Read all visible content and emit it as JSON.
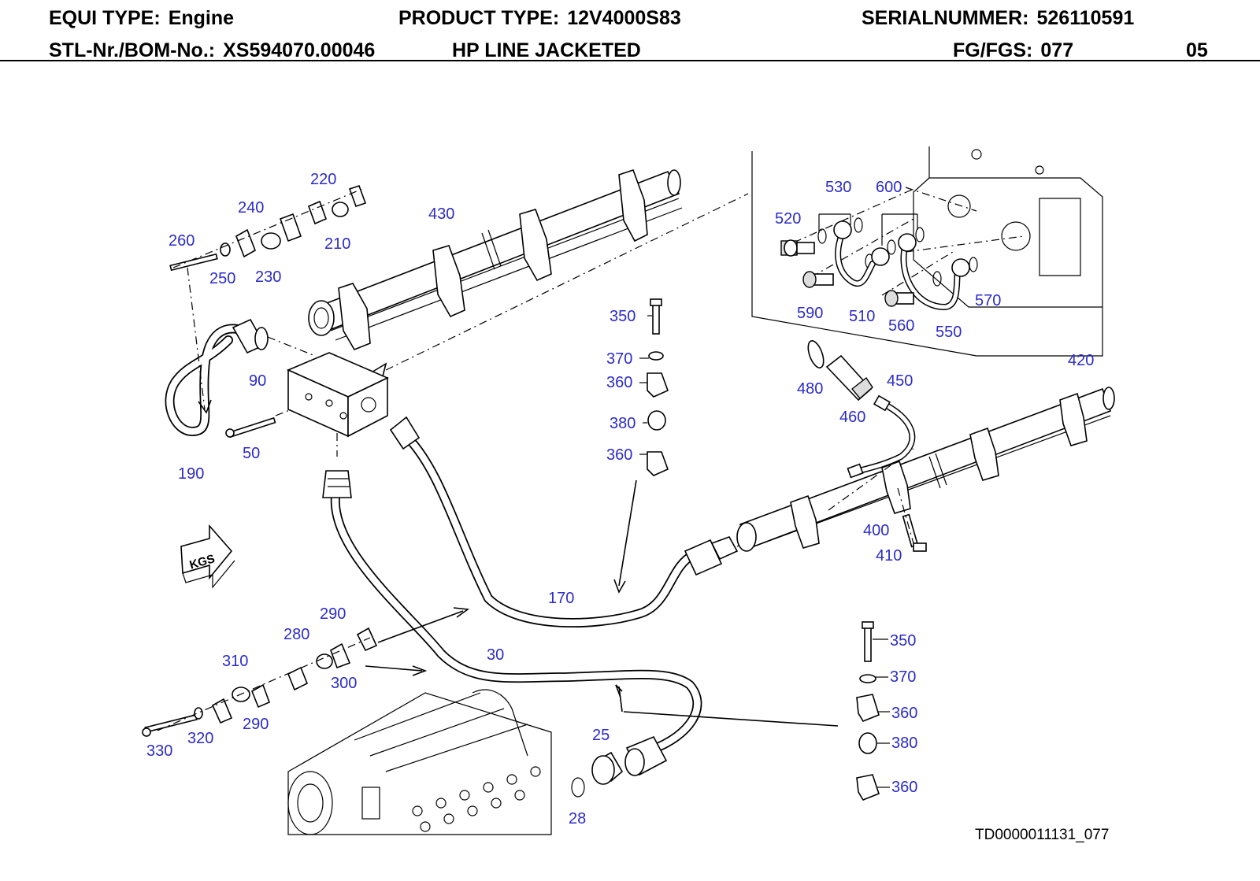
{
  "header": {
    "equi_type_label": "EQUI TYPE:",
    "equi_type_value": "Engine",
    "product_type_label": "PRODUCT TYPE:",
    "product_type_value": "12V4000S83",
    "serial_label": "SERIALNUMMER:",
    "serial_value": "526110591",
    "bom_label": "STL-Nr./BOM-No.:",
    "bom_value": "XS594070.00046",
    "description": "HP LINE JACKETED",
    "fg_label": "FG/FGS:",
    "fg_value": "077",
    "sheet": "05"
  },
  "diagram": {
    "view_marker": "KGS",
    "drawing_number": "TD0000011131_077",
    "label_color": "#2b2bc9",
    "part_labels": {
      "p220": "220",
      "p240": "240",
      "p260": "260",
      "p210": "210",
      "p250": "250",
      "p230": "230",
      "p430": "430",
      "p90": "90",
      "p50": "50",
      "p190": "190",
      "p350a": "350",
      "p370a": "370",
      "p360a": "360",
      "p380a": "380",
      "p360b": "360",
      "p530": "530",
      "p600": "600",
      "p520": "520",
      "p590": "590",
      "p510": "510",
      "p560": "560",
      "p550": "550",
      "p570": "570",
      "p480": "480",
      "p460": "460",
      "p450": "450",
      "p420": "420",
      "p400": "400",
      "p410": "410",
      "p170": "170",
      "p290a": "290",
      "p280": "280",
      "p310": "310",
      "p300": "300",
      "p290b": "290",
      "p320": "320",
      "p330": "330",
      "p30": "30",
      "p25": "25",
      "p28": "28",
      "p350b": "350",
      "p370b": "370",
      "p360c": "360",
      "p380b": "380",
      "p360d": "360"
    }
  }
}
